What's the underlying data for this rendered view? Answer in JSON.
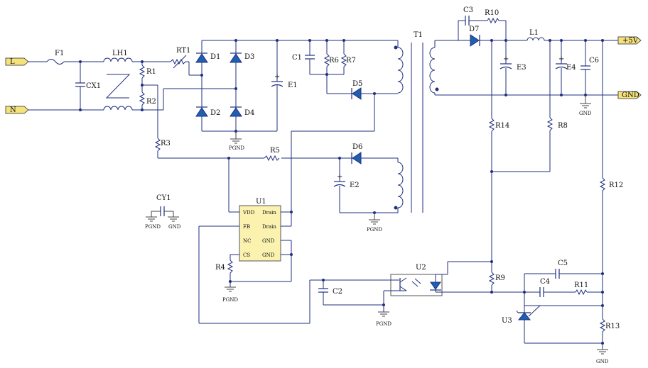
{
  "ports": {
    "L": "L",
    "N": "N",
    "plus5v": "+5V",
    "gnd": "GND"
  },
  "labels": {
    "F1": "F1",
    "LH1": "LH1",
    "CX1": "CX1",
    "R1": "R1",
    "R2": "R2",
    "RT1": "RT1",
    "D1": "D1",
    "D2": "D2",
    "D3": "D3",
    "D4": "D4",
    "E1": "E1",
    "C1": "C1",
    "R6": "R6",
    "R7": "R7",
    "D5": "D5",
    "T1": "T1",
    "R3": "R3",
    "R5": "R5",
    "D6": "D6",
    "E2": "E2",
    "CY1": "CY1",
    "U1": "U1",
    "R4": "R4",
    "C2": "C2",
    "U2": "U2",
    "C3": "C3",
    "R10": "R10",
    "D7": "D7",
    "L1": "L1",
    "E3": "E3",
    "E4": "E4",
    "C6": "C6",
    "R14": "R14",
    "R8": "R8",
    "R12": "R12",
    "R9": "R9",
    "C5": "C5",
    "C4": "C4",
    "R11": "R11",
    "U3": "U3",
    "R13": "R13"
  },
  "u1_pins": {
    "vdd": "VDD",
    "fb": "FB",
    "nc": "NC",
    "cs": "CS",
    "drain1": "Drain",
    "drain2": "Drain",
    "gnd1": "GND",
    "gnd2": "GND"
  },
  "grounds": {
    "pgnd_bridge": "PGND",
    "pgnd_d6": "PGND",
    "pgnd_cy1": "PGND",
    "gnd_cy1": "GND",
    "pgnd_r4": "PGND",
    "pgnd_c2": "PGND",
    "gnd_out": "GND",
    "gnd_r13": "GND"
  },
  "colors": {
    "wire": "#1f2f7f",
    "diode_fill": "#1f5fb0",
    "port_fill": "#f6e27a",
    "u1_fill": "#fbf2b0"
  }
}
